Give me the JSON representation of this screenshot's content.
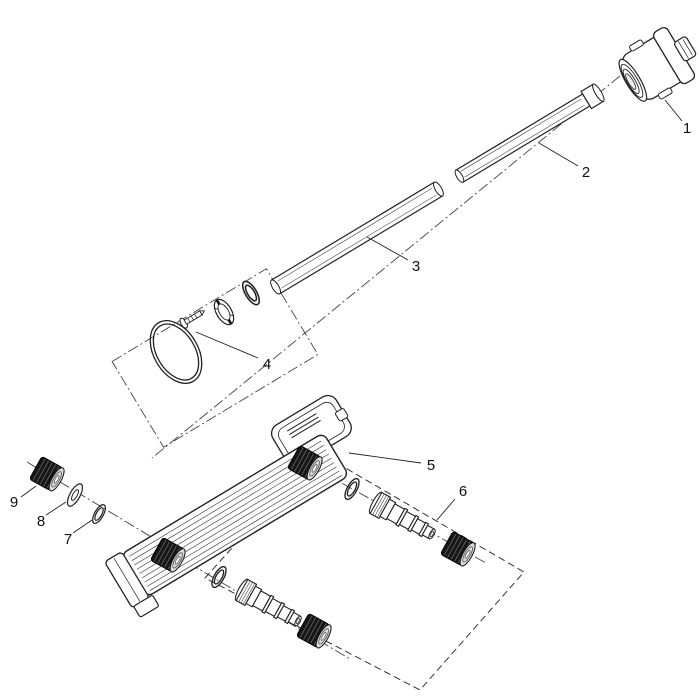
{
  "diagram": {
    "parts": [
      {
        "label": "1"
      },
      {
        "label": "2"
      },
      {
        "label": "3"
      },
      {
        "label": "4"
      },
      {
        "label": "5"
      },
      {
        "label": "6"
      },
      {
        "label": "7"
      },
      {
        "label": "8"
      },
      {
        "label": "9"
      }
    ]
  },
  "colors": {
    "background": "#ffffff",
    "line": "#222222",
    "dark_part": "#161616",
    "centerline": "#444444"
  }
}
